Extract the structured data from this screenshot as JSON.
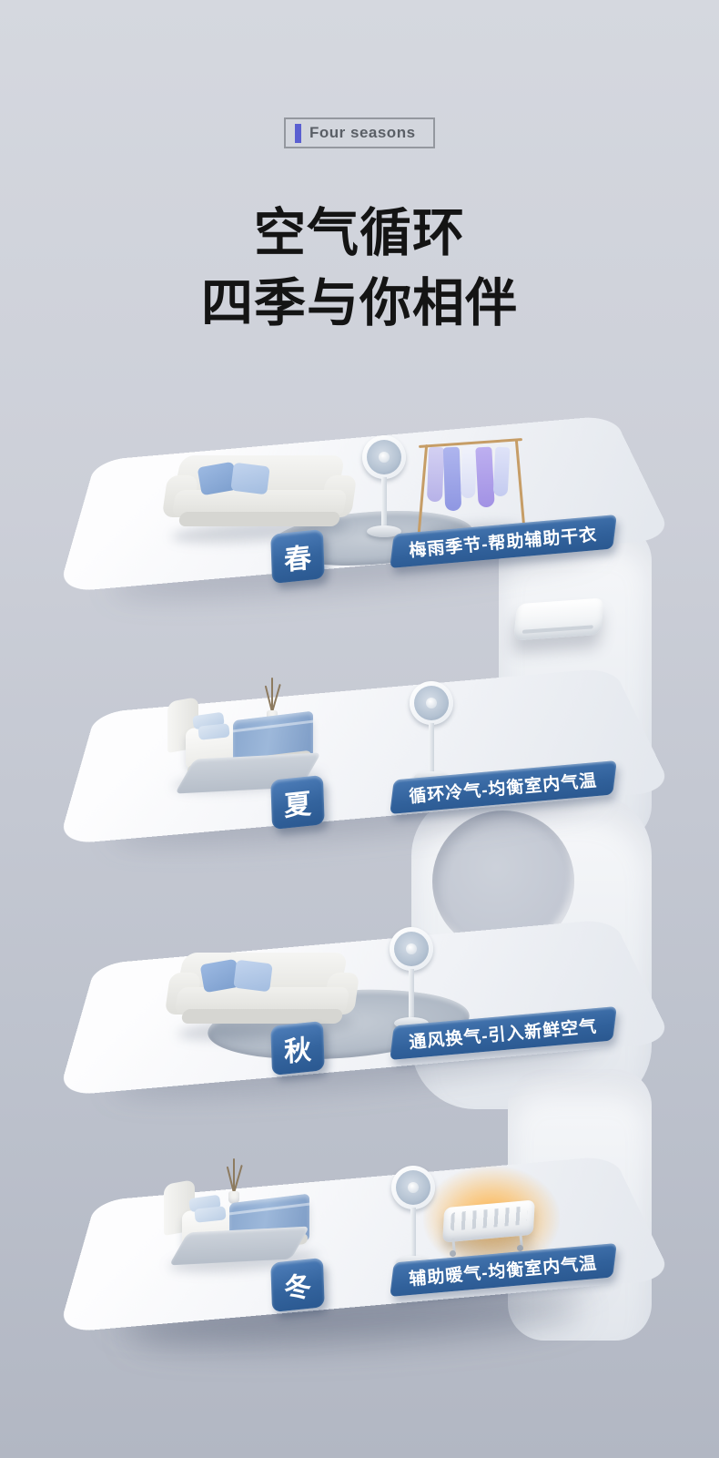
{
  "header": {
    "badge_label": "Four seasons"
  },
  "title": {
    "line1": "空气循环",
    "line2": "四季与你相伴"
  },
  "seasons": [
    {
      "id": "spring",
      "tag": "春",
      "caption": "梅雨季节-帮助辅助干衣",
      "scene_items": [
        "sofa",
        "blue-pillows",
        "round-rug",
        "air-circulation-fan",
        "clothes-drying-rack",
        "hanging-clothes"
      ]
    },
    {
      "id": "summer",
      "tag": "夏",
      "caption": "循环冷气-均衡室内气温",
      "scene_items": [
        "bed",
        "plant",
        "rug",
        "air-circulation-fan",
        "air-conditioner"
      ]
    },
    {
      "id": "autumn",
      "tag": "秋",
      "caption": "通风换气-引入新鲜空气",
      "scene_items": [
        "sofa",
        "blue-pillows",
        "round-rug",
        "air-circulation-fan"
      ]
    },
    {
      "id": "winter",
      "tag": "冬",
      "caption": "辅助暖气-均衡室内气温",
      "scene_items": [
        "bed",
        "plant",
        "rug",
        "air-circulation-fan",
        "electric-heater"
      ]
    }
  ],
  "colors": {
    "background_top": "#d5d8df",
    "background_bottom": "#b2b7c3",
    "structure_white": "#f4f6f9",
    "season_blue": "#33639d",
    "accent_purple": "#5a5fd1",
    "title_text": "#141414",
    "heater_glow": "#ffb04a"
  }
}
